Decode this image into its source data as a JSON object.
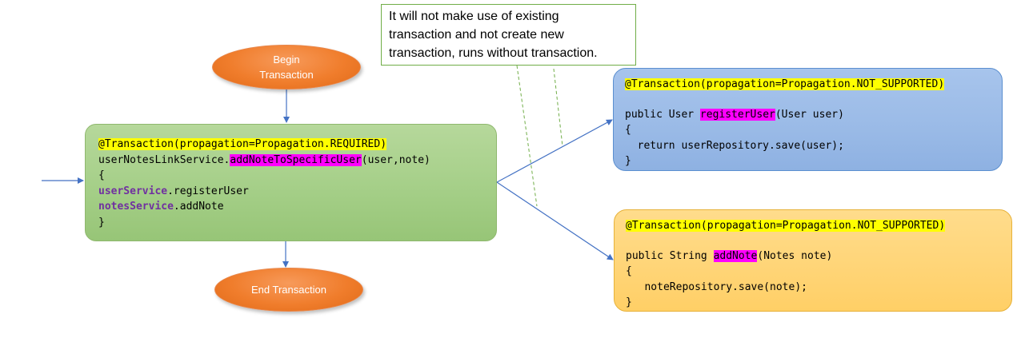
{
  "begin_transaction": {
    "line1": "Begin",
    "line2": "Transaction"
  },
  "end_transaction": {
    "label": "End Transaction"
  },
  "callout": {
    "line1": "It will not make use of existing",
    "line2": "transaction and not create new",
    "line3": "transaction, runs without transaction."
  },
  "main_box": {
    "annotation": "@Transaction(propagation=Propagation.REQUIRED)",
    "call_prefix": "userNotesLinkService.",
    "call_method": "addNoteToSpecificUser",
    "call_args": "(user,note)",
    "open_brace": "{",
    "line1_service": "userService",
    "line1_method": ".registerUser",
    "line2_service": "notesService",
    "line2_method": ".addNote",
    "close_brace": "}"
  },
  "register_box": {
    "annotation": "@Transaction(propagation=Propagation.NOT_SUPPORTED)",
    "sig_prefix": "public User ",
    "sig_method": "registerUser",
    "sig_args": "(User user)",
    "open_brace": "{",
    "body": "  return userRepository.save(user);",
    "close_brace": "}"
  },
  "addnote_box": {
    "annotation": "@Transaction(propagation=Propagation.NOT_SUPPORTED)",
    "sig_prefix": "public String ",
    "sig_method": "addNote",
    "sig_args": "(Notes note)",
    "open_brace": "{",
    "body": "   noteRepository.save(note);",
    "close_brace": "}"
  },
  "colors": {
    "connector": "#4472c4",
    "callout_leader": "#70ad47",
    "annotation_highlight": "#ffff00",
    "method_highlight": "#ff00ff"
  }
}
